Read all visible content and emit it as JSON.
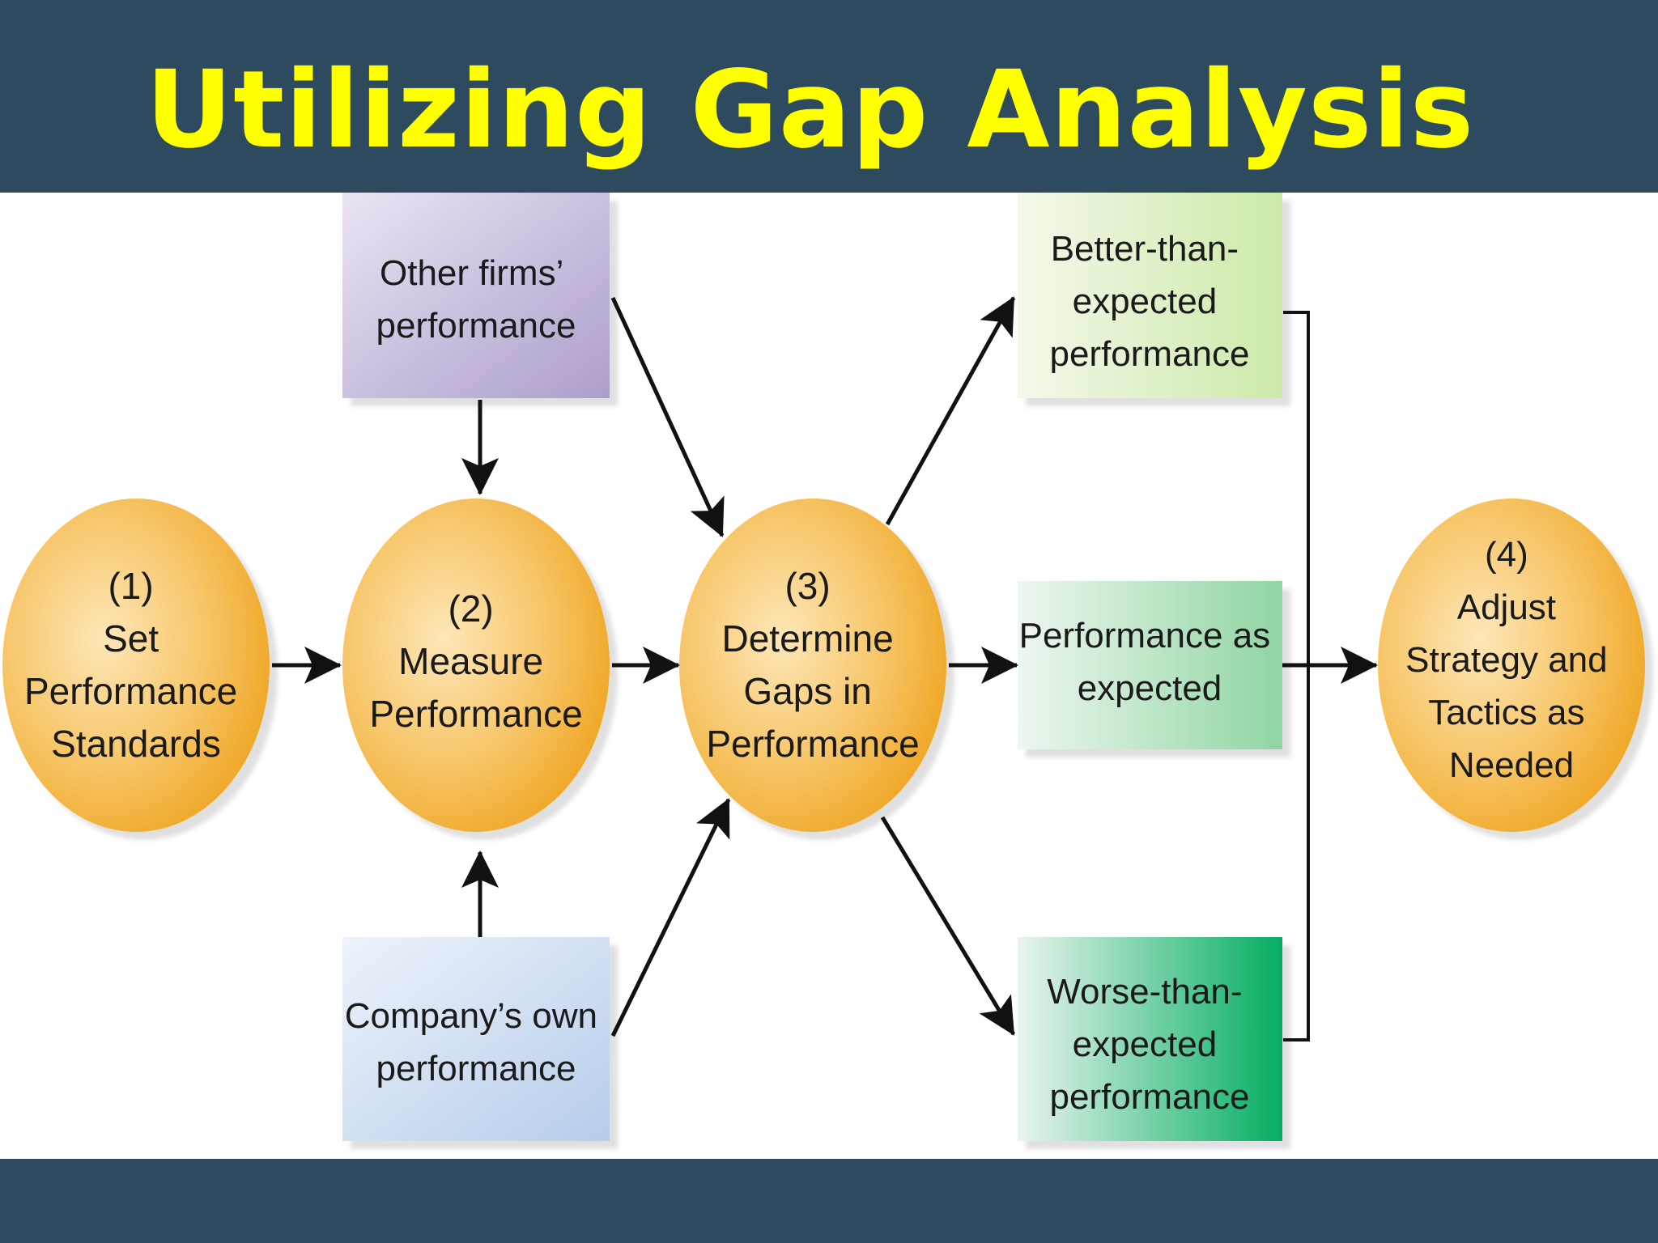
{
  "slide": {
    "title": "Utilizing Gap Analysis"
  },
  "diagram": {
    "step1": {
      "lines": [
        "(1)",
        "Set",
        "Performance",
        "Standards"
      ]
    },
    "step2": {
      "lines": [
        "(2)",
        "Measure",
        "Performance"
      ]
    },
    "step3": {
      "lines": [
        "(3)",
        "Determine",
        "Gaps in",
        "Performance"
      ]
    },
    "step4": {
      "lines": [
        "(4)",
        "Adjust",
        "Strategy and",
        "Tactics as",
        "Needed"
      ]
    },
    "other_firms": {
      "lines": [
        "Other firms’",
        "performance"
      ]
    },
    "company_own": {
      "lines": [
        "Company’s own",
        "performance"
      ]
    },
    "better": {
      "lines": [
        "Better-than-",
        "expected",
        "performance"
      ]
    },
    "as_expected": {
      "lines": [
        "Performance as",
        "expected"
      ]
    },
    "worse": {
      "lines": [
        "Worse-than-",
        "expected",
        "performance"
      ]
    }
  },
  "colors": {
    "header_bg": "#2d4a5f",
    "title": "#ffff00",
    "circle": "#f2ae2e",
    "arrow": "#111111"
  }
}
